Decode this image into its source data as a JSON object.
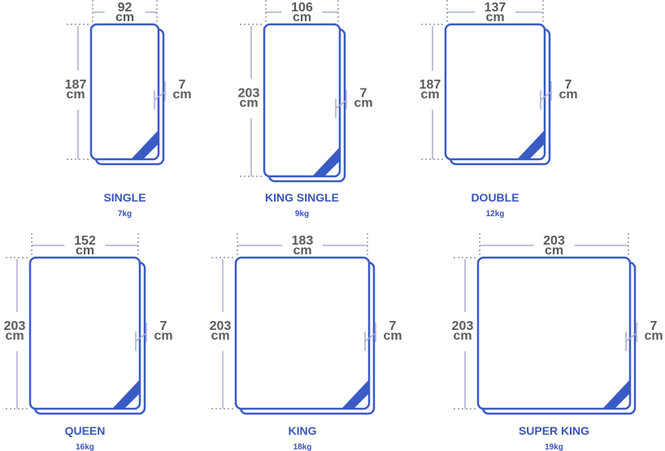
{
  "colors": {
    "accent": "#3a5bc4",
    "dimension_line": "#a8aed0",
    "label": "#5a5a5a"
  },
  "unit": "cm",
  "mattresses": [
    {
      "name": "SINGLE",
      "weight": "7kg",
      "width": "92",
      "length": "187",
      "depth": "7"
    },
    {
      "name": "KING SINGLE",
      "weight": "9kg",
      "width": "106",
      "length": "203",
      "depth": "7"
    },
    {
      "name": "DOUBLE",
      "weight": "12kg",
      "width": "137",
      "length": "187",
      "depth": "7"
    },
    {
      "name": "QUEEN",
      "weight": "16kg",
      "width": "152",
      "length": "203",
      "depth": "7"
    },
    {
      "name": "KING",
      "weight": "18kg",
      "width": "183",
      "length": "203",
      "depth": "7"
    },
    {
      "name": "SUPER KING",
      "weight": "19kg",
      "width": "203",
      "length": "203",
      "depth": "7"
    }
  ]
}
